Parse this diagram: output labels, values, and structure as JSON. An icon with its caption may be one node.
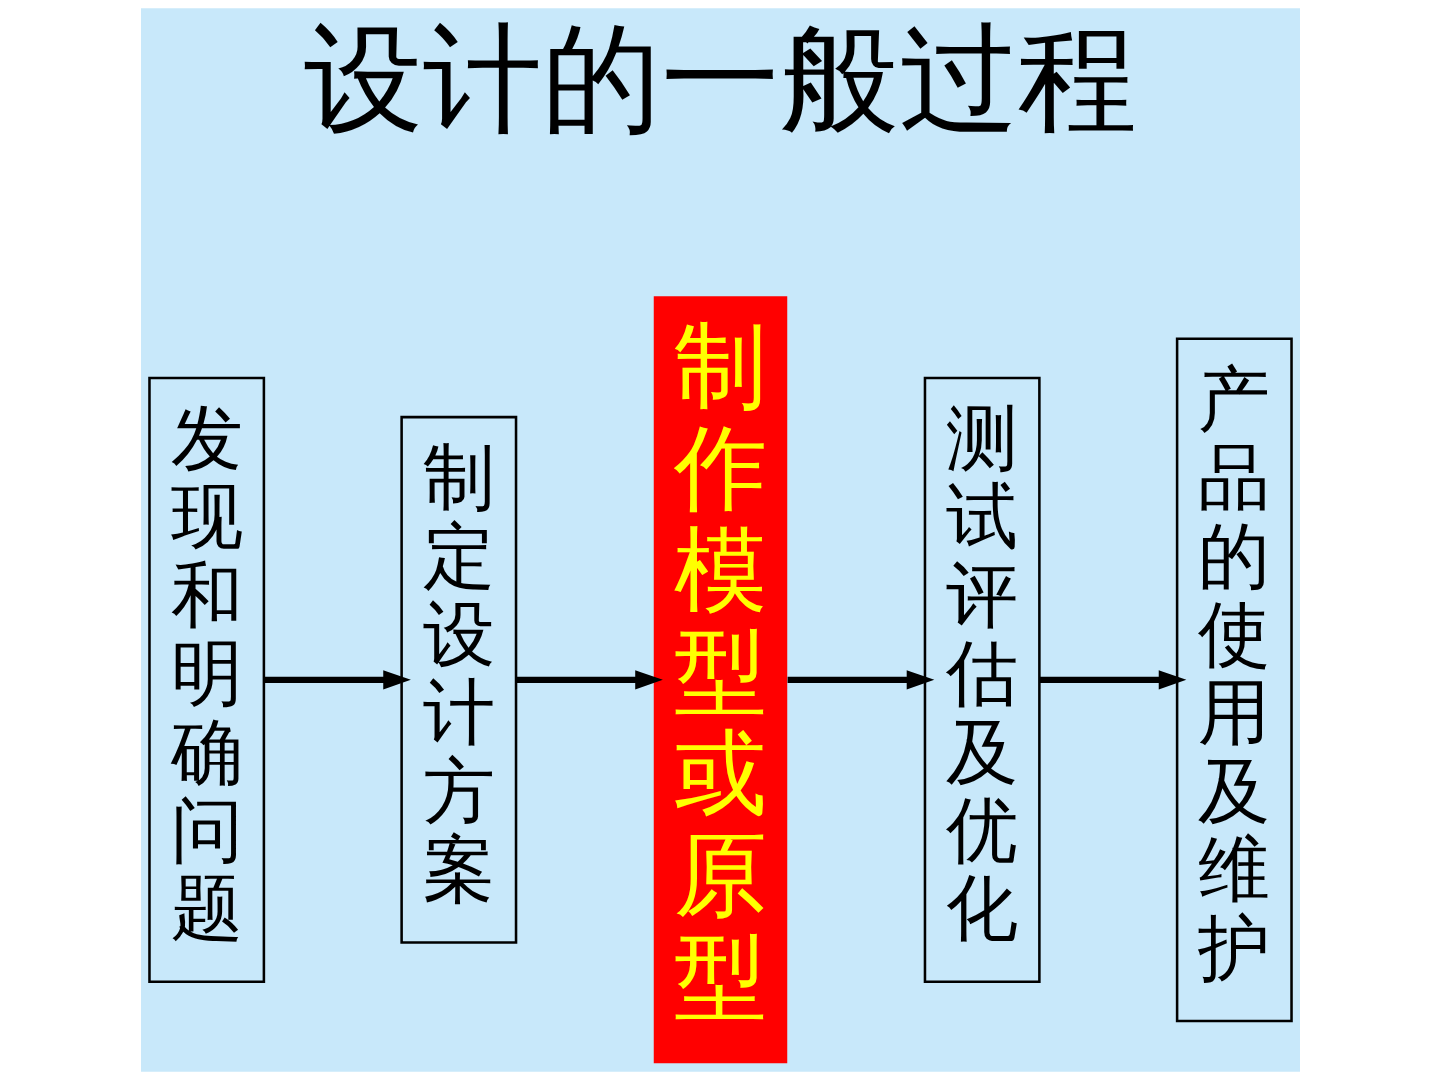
{
  "diagram": {
    "title": "设计的一般过程",
    "nodes": [
      {
        "text": [
          "发现和明确问题"
        ]
      },
      {
        "text": [
          "制定设计方案"
        ]
      },
      {
        "text": [
          "制作模型或原型"
        ]
      },
      {
        "text": [
          "测试评估及优化"
        ]
      },
      {
        "text": [
          "产品的使用及维护"
        ]
      }
    ],
    "edges": [
      {
        "from": 0,
        "to": 1,
        "arrow": "to"
      },
      {
        "from": 1,
        "to": 2,
        "arrow": "to"
      },
      {
        "from": 2,
        "to": 3,
        "arrow": "to"
      },
      {
        "from": 3,
        "to": 4,
        "arrow": "to"
      }
    ]
  }
}
